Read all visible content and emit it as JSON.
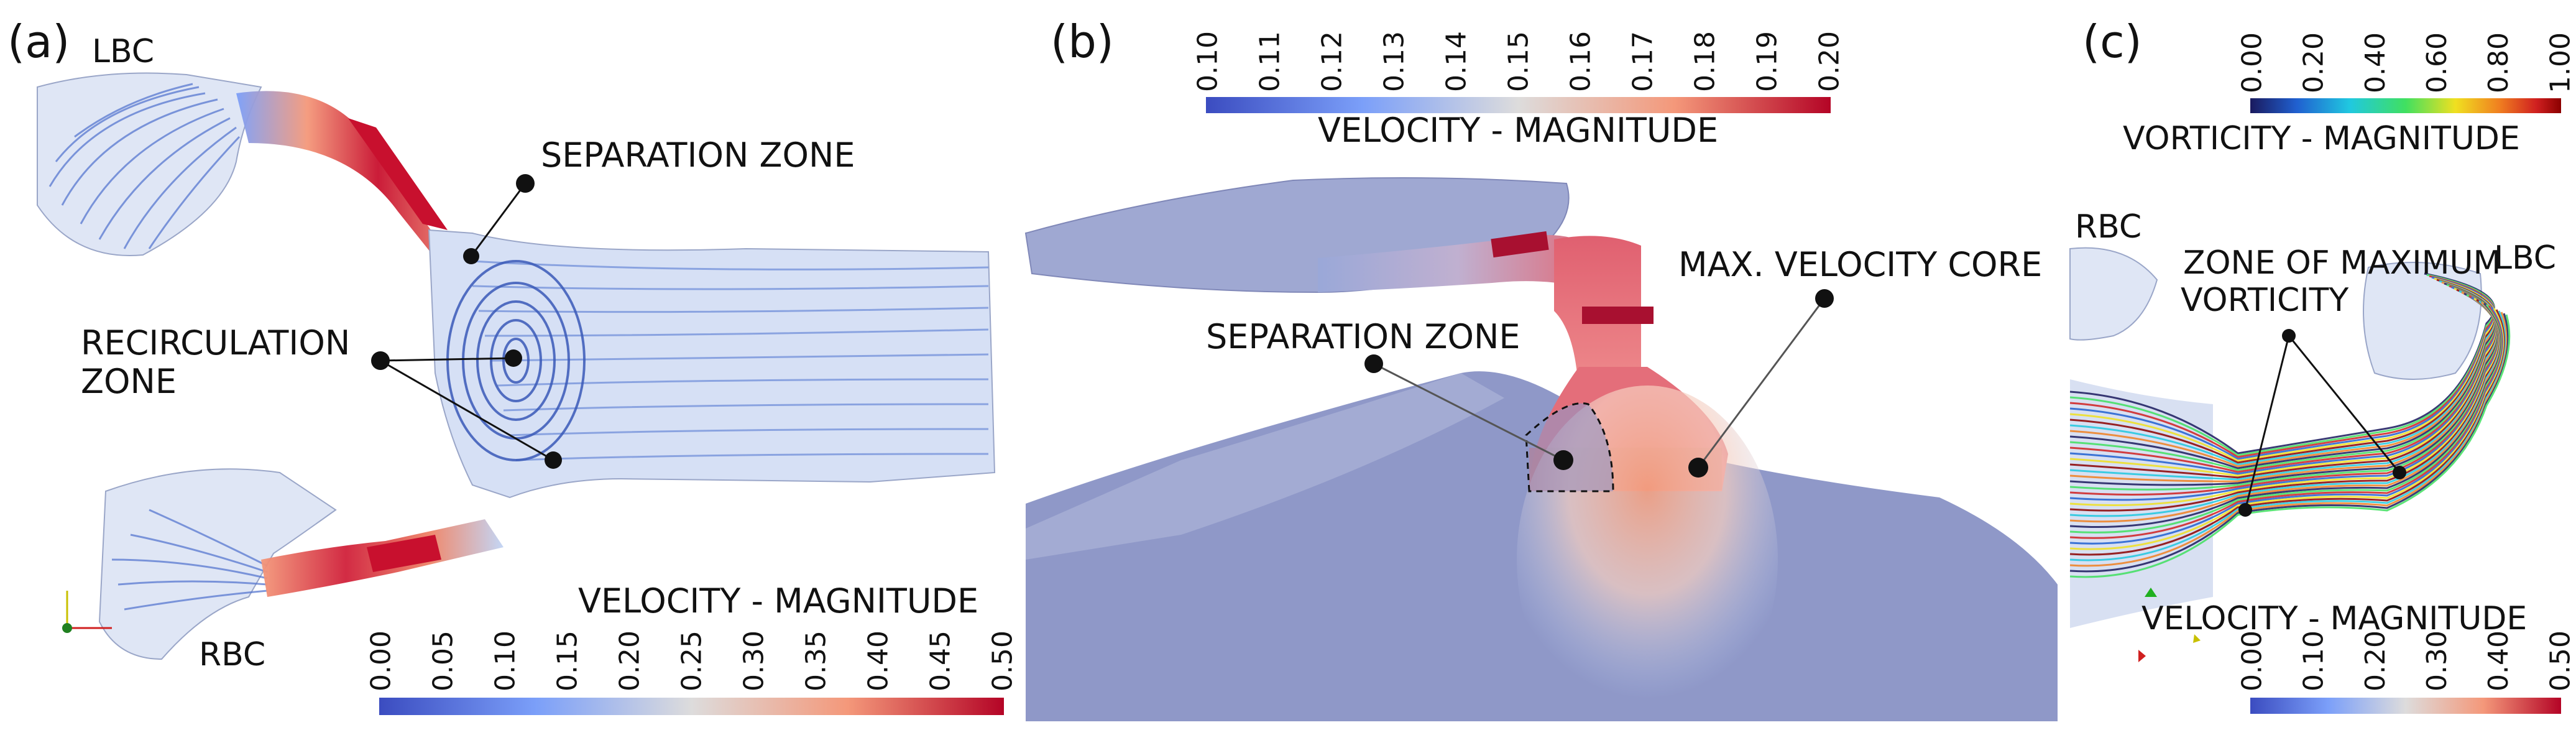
{
  "colors": {
    "cool_to_warm": [
      "#3b4cc0",
      "#7b9ff9",
      "#c0d4f5",
      "#f2cbb7",
      "#ee8468",
      "#b40426"
    ],
    "rainbow": [
      "#1a1a5e",
      "#2060d0",
      "#20c8e0",
      "#40e060",
      "#f0e020",
      "#f08020",
      "#d02020",
      "#8b0000"
    ],
    "flow_blue": "#4a6fd0",
    "solid_gray_blue": "#8f98c8",
    "background": "#ffffff"
  },
  "panel_a": {
    "label": "(a)",
    "lbc": "LBC",
    "rbc": "RBC",
    "separation": "SEPARATION ZONE",
    "recirc_line1": "RECIRCULATION",
    "recirc_line2": "ZONE",
    "colorbar": {
      "title": "VELOCITY - MAGNITUDE",
      "ticks": [
        "0.00",
        "0.05",
        "0.10",
        "0.15",
        "0.20",
        "0.25",
        "0.30",
        "0.35",
        "0.40",
        "0.45",
        "0.50"
      ]
    }
  },
  "panel_b": {
    "label": "(b)",
    "max_core": "MAX. VELOCITY CORE",
    "separation": "SEPARATION ZONE",
    "colorbar": {
      "title": "VELOCITY - MAGNITUDE",
      "ticks": [
        "0.10",
        "0.11",
        "0.12",
        "0.13",
        "0.14",
        "0.15",
        "0.16",
        "0.17",
        "0.18",
        "0.19",
        "0.20"
      ]
    }
  },
  "panel_c": {
    "label": "(c)",
    "rbc": "RBC",
    "lbc": "LBC",
    "zone_line1": "ZONE OF MAXIMUM",
    "zone_line2": "VORTICITY",
    "vorticity_bar": {
      "title": "VORTICITY - MAGNITUDE",
      "ticks": [
        "0.00",
        "0.20",
        "0.40",
        "0.60",
        "0.80",
        "1.00"
      ]
    },
    "velocity_bar": {
      "title": "VELOCITY - MAGNITUDE",
      "ticks": [
        "0.00",
        "0.10",
        "0.20",
        "0.30",
        "0.40",
        "0.50"
      ]
    }
  }
}
